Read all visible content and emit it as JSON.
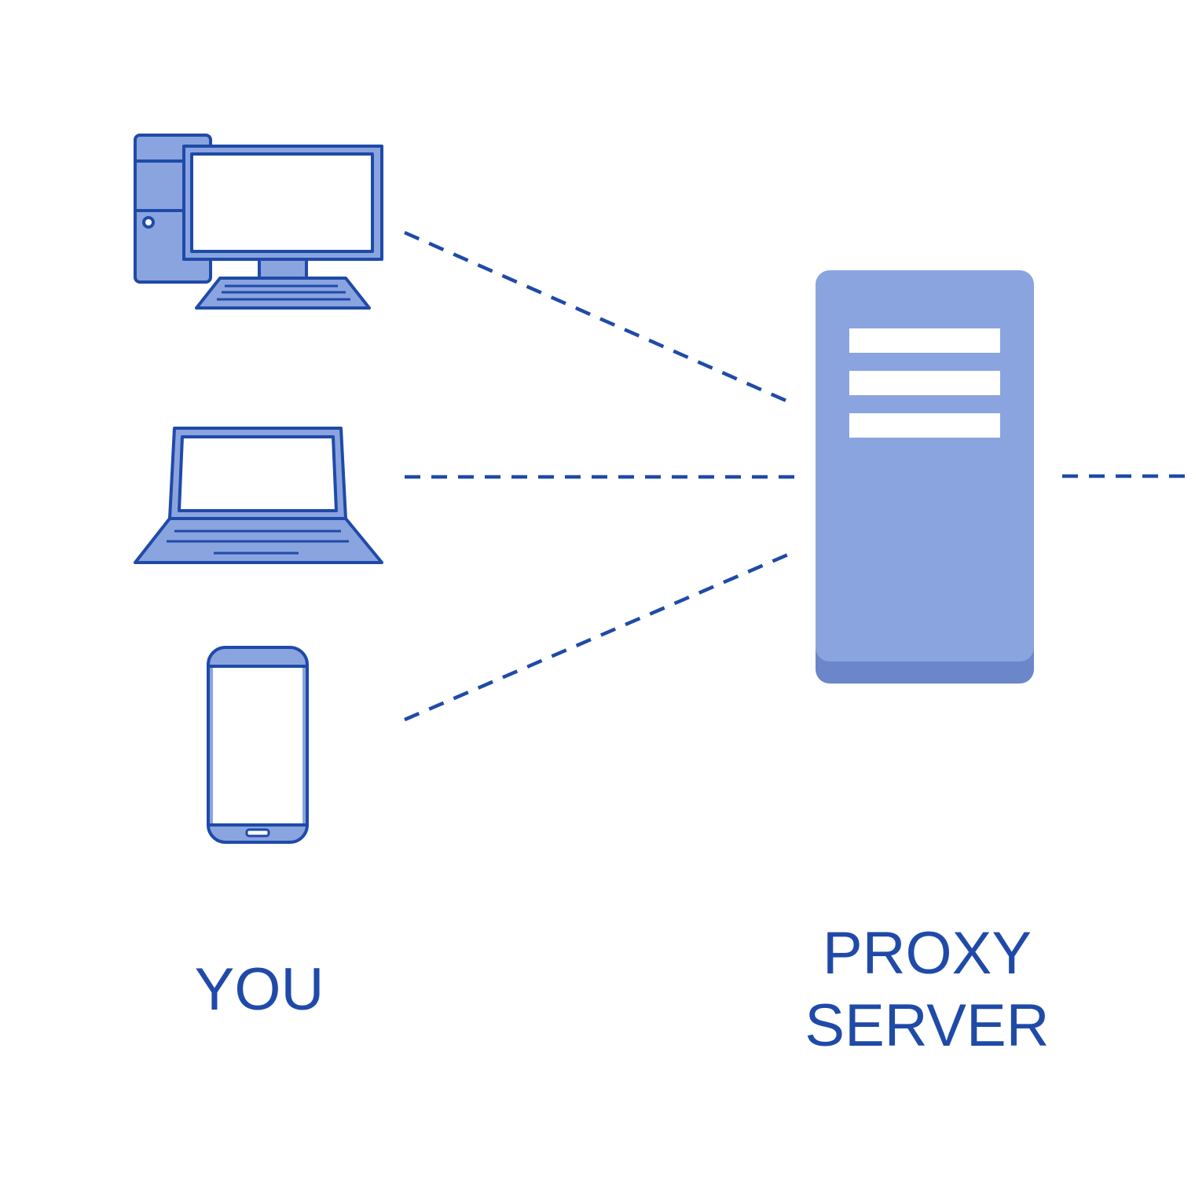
{
  "labels": {
    "you": "YOU",
    "proxy_line1": "PROXY",
    "proxy_line2": "SERVER"
  },
  "colors": {
    "stroke": "#1f4aa8",
    "fill": "#8aa4e0",
    "fill_dark": "#6b86c9",
    "screen": "#ffffff"
  },
  "icons": [
    "desktop-computer-icon",
    "laptop-icon",
    "smartphone-icon",
    "server-icon"
  ]
}
